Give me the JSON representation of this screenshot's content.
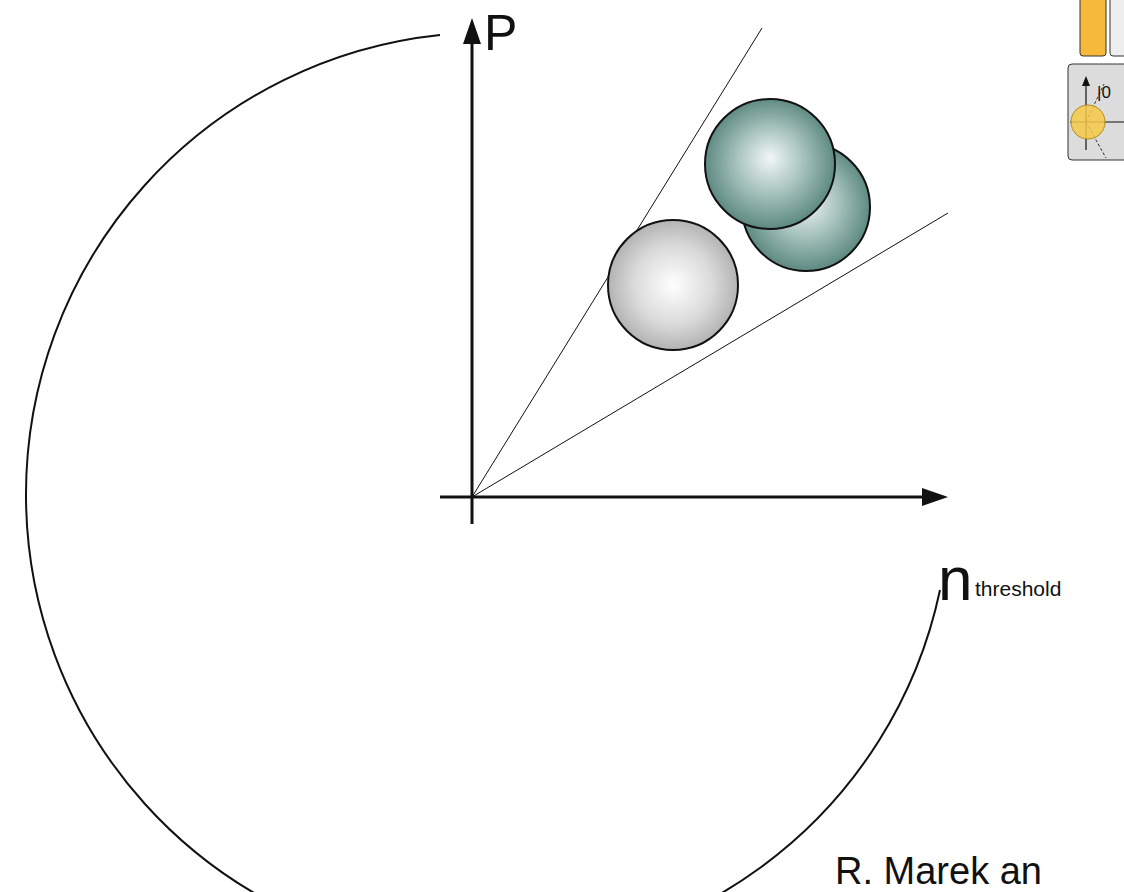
{
  "diagram": {
    "labels": [
      "P",
      "n",
      "threshold",
      "|0",
      "R. Marek an"
    ]
  }
}
